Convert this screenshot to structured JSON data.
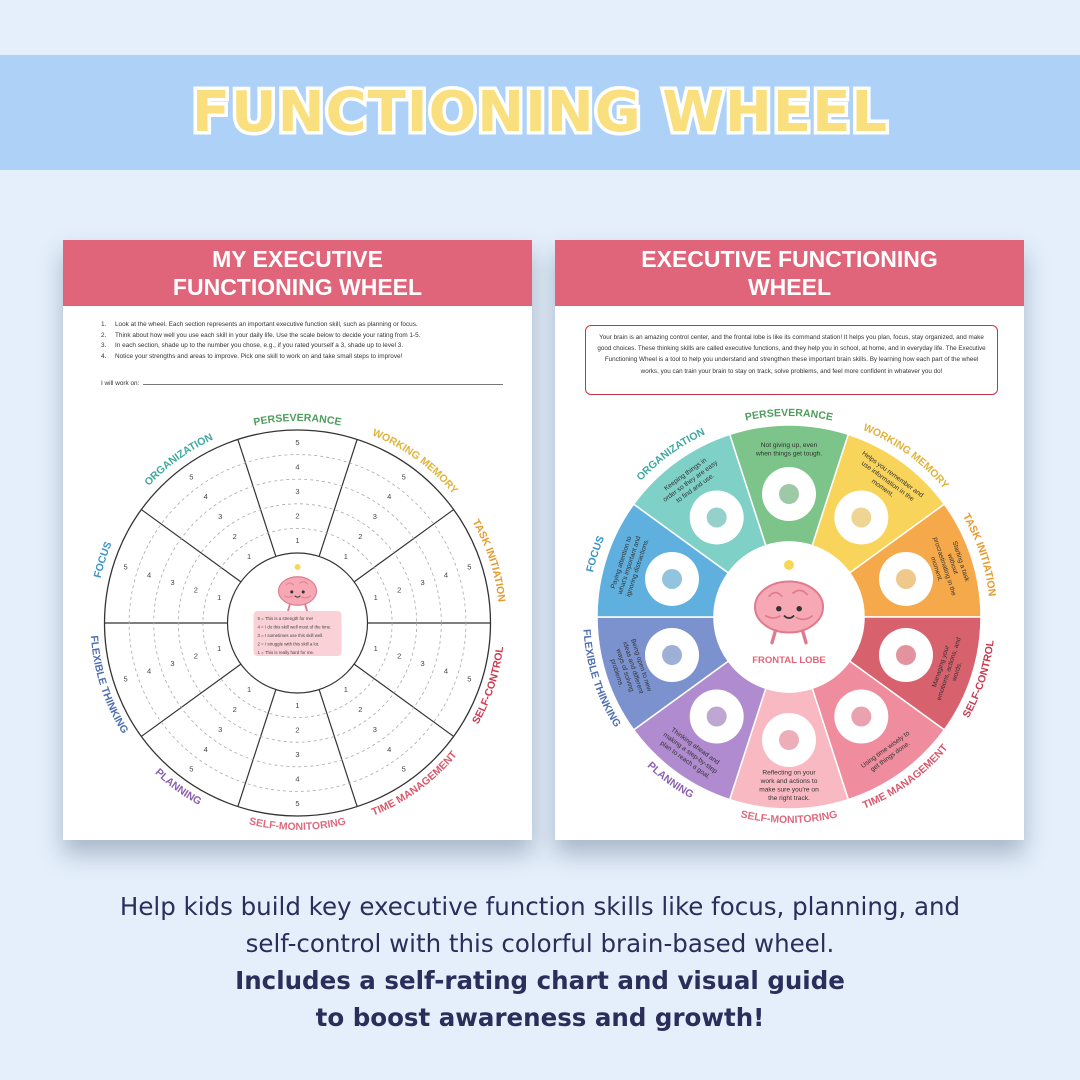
{
  "banner": {
    "title": "FUNCTIONING WHEEL"
  },
  "left_page": {
    "title": "MY EXECUTIVE FUNCTIONING WHEEL",
    "instructions": [
      {
        "num": "1.",
        "text": "Look at the wheel. Each section represents an important executive function skill, such as planning or focus."
      },
      {
        "num": "2.",
        "text": "Think about how well you use each skill in your daily life. Use the scale below to decide your rating from 1-5."
      },
      {
        "num": "3.",
        "text": "In each section, shade up to the number you chose, e.g., if you rated yourself a 3, shade up to level 3."
      },
      {
        "num": "4.",
        "text": "Notice your strengths and areas to improve. Pick one skill to work on and take small steps to improve!"
      }
    ],
    "work_on_label": "I will work on:",
    "scale": [
      "5 = This is a strength for me!",
      "4 = I do this skill well most of the time.",
      "3 = I sometimes use this skill well.",
      "2 = I struggle with this skill a lot.",
      "1 = This is really hard for me."
    ],
    "ring_numbers": [
      "1",
      "2",
      "3",
      "4",
      "5"
    ]
  },
  "right_page": {
    "title": "EXECUTIVE FUNCTIONING WHEEL",
    "intro": "Your brain is an amazing control center, and the frontal lobe is like its command station! It helps you plan, focus, stay organized, and make good choices. These thinking skills are called executive functions, and they help you in school, at home, and in everyday life. The Executive Functioning Wheel is a tool to help you understand and strengthen these important brain skills. By learning how each part of the wheel works, you can train your brain to stay on track, solve problems, and feel more confident in whatever you do!",
    "center_label": "FRONTAL LOBE"
  },
  "skills": [
    {
      "name": "PERSEVERANCE",
      "color": "#4f9d5d",
      "fill": "#7cc489",
      "desc": "Not giving up, even when things get tough.",
      "icon": "turtle-icon"
    },
    {
      "name": "WORKING MEMORY",
      "color": "#e1b33a",
      "fill": "#f8d45a",
      "desc": "Helps you remember and use information in the moment.",
      "icon": "sticky-note-icon"
    },
    {
      "name": "TASK INITIATION",
      "color": "#e69a2e",
      "fill": "#f5a94a",
      "desc": "Starting a task without procrastinating in the moment.",
      "icon": "pencil-icon"
    },
    {
      "name": "SELF-CONTROL",
      "color": "#cc3a4d",
      "fill": "#d8616e",
      "desc": "Managing your emotions, actions, and words.",
      "icon": "stop-sign-icon"
    },
    {
      "name": "TIME MANAGEMENT",
      "color": "#d9586b",
      "fill": "#ef8c9e",
      "desc": "Using time wisely to get things done.",
      "icon": "alarm-clock-icon"
    },
    {
      "name": "SELF-MONITORING",
      "color": "#de6b80",
      "fill": "#f8b9c3",
      "desc": "Reflecting on your work and actions to make sure you're on the right track.",
      "icon": "brain-mirror-icon"
    },
    {
      "name": "PLANNING",
      "color": "#8a5fb0",
      "fill": "#b08bcf",
      "desc": "Thinking ahead and making a step-by-step plan to reach a goal.",
      "icon": "checklist-icon"
    },
    {
      "name": "FLEXIBLE THINKING",
      "color": "#4f6fb3",
      "fill": "#7b92cf",
      "desc": "Being open to new ideas and different ways of solving problems.",
      "icon": "brain-headband-icon"
    },
    {
      "name": "FOCUS",
      "color": "#3b94c5",
      "fill": "#5fb0df",
      "desc": "Paying attention to what's important and ignoring distractions.",
      "icon": "magnifier-icon"
    },
    {
      "name": "ORGANIZATION",
      "color": "#3ea9a0",
      "fill": "#7fd0c7",
      "desc": "Keeping things in order so they are easy to find and use.",
      "icon": "binder-icon"
    }
  ],
  "bottom_text": {
    "line1": "Help kids build key executive function skills like focus, planning, and",
    "line2": "self-control with this colorful brain-based wheel.",
    "line3": "Includes a self-rating chart and visual guide",
    "line4": "to boost awareness and growth!"
  }
}
